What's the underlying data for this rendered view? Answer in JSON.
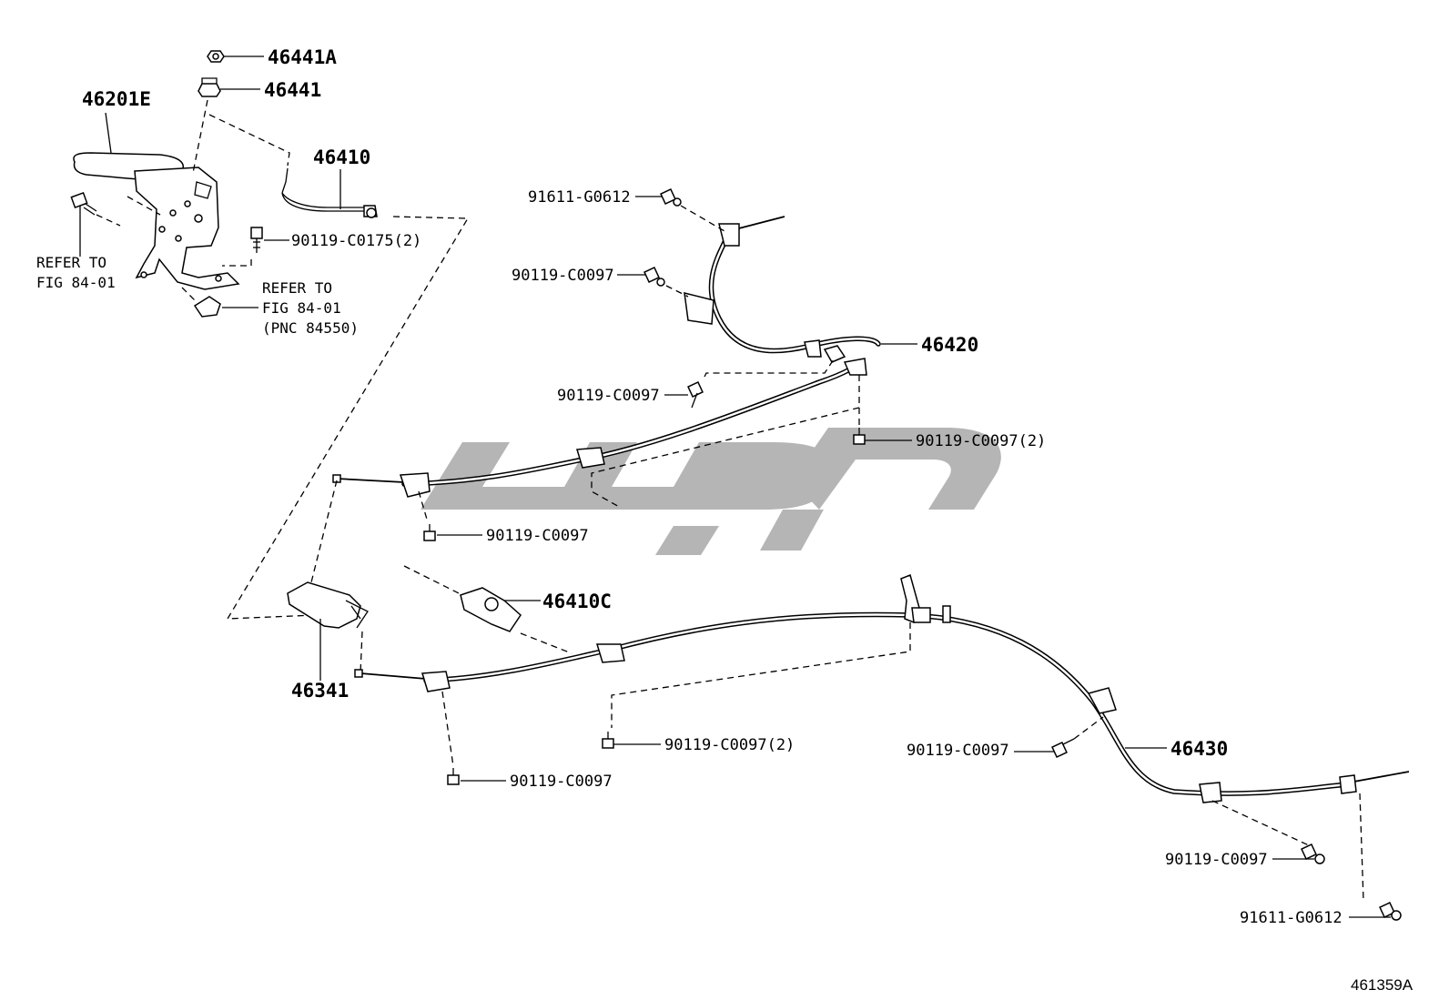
{
  "figure_id": "461359A",
  "watermark": "تو پارت",
  "callouts": {
    "p46441A": "46441A",
    "p46441": "46441",
    "p46201E": "46201E",
    "p46410": "46410",
    "p90119_C0175_2": "90119-C0175(2)",
    "refer1_line1": "REFER TO",
    "refer1_line2": "FIG 84-01",
    "refer2_line1": "REFER TO",
    "refer2_line2": "FIG 84-01",
    "refer2_line3": "(PNC 84550)",
    "p91611_G0612_top": "91611-G0612",
    "p90119_C0097_a": "90119-C0097",
    "p46420": "46420",
    "p90119_C0097_b": "90119-C0097",
    "p90119_C0097_2_a": "90119-C0097(2)",
    "p90119_C0097_c": "90119-C0097",
    "p46410C": "46410C",
    "p46341": "46341",
    "p90119_C0097_2_b": "90119-C0097(2)",
    "p90119_C0097_d": "90119-C0097",
    "p90119_C0097_e": "90119-C0097",
    "p46430": "46430",
    "p90119_C0097_f": "90119-C0097",
    "p91611_G0612_bottom": "91611-G0612"
  }
}
